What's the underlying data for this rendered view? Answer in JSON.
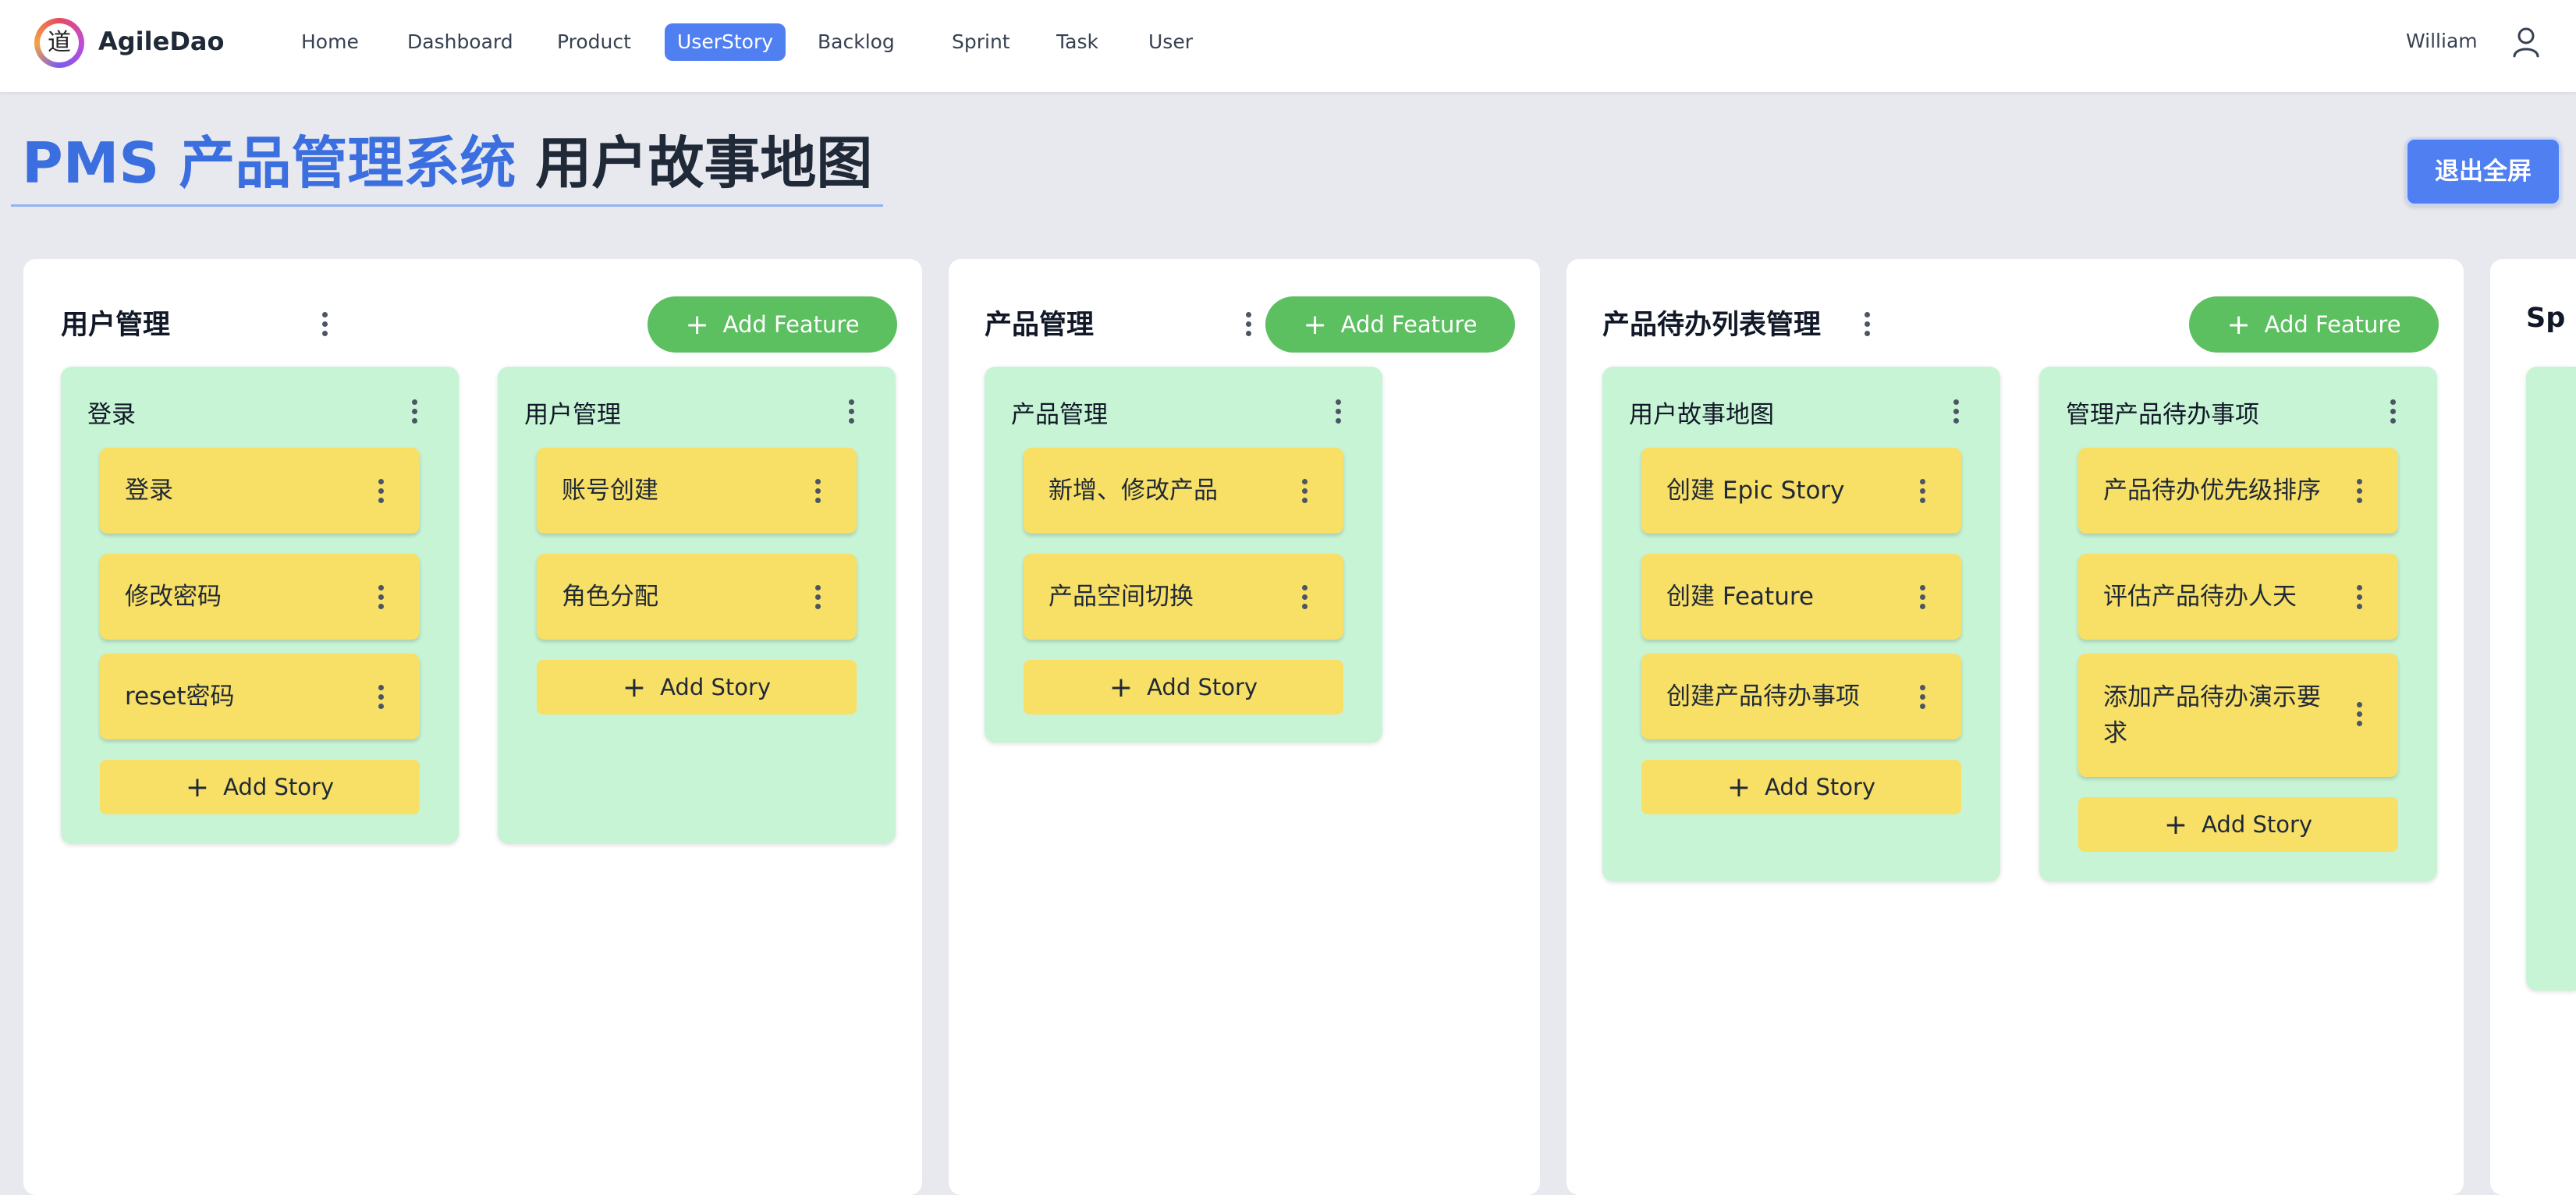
{
  "app": {
    "brand": "AgileDao",
    "logo_char": "道",
    "nav": [
      {
        "label": "Home"
      },
      {
        "label": "Dashboard"
      },
      {
        "label": "Product"
      },
      {
        "label": "UserStory",
        "active": true
      },
      {
        "label": "Backlog"
      },
      {
        "label": "Sprint"
      },
      {
        "label": "Task"
      },
      {
        "label": "User"
      }
    ],
    "username": "William"
  },
  "page": {
    "title_accent": "PMS 产品管理系统",
    "title_rest": " 用户故事地图",
    "exit_fullscreen": "退出全屏"
  },
  "board": {
    "add_feature_label": "Add Feature",
    "add_story_label": "Add Story",
    "epics": [
      {
        "title": "用户管理",
        "features": [
          {
            "title": "登录",
            "stories": [
              "登录",
              "修改密码",
              "reset密码"
            ]
          },
          {
            "title": "用户管理",
            "stories": [
              "账号创建",
              "角色分配"
            ]
          }
        ]
      },
      {
        "title": "产品管理",
        "features": [
          {
            "title": "产品管理",
            "stories": [
              "新增、修改产品",
              "产品空间切换"
            ]
          }
        ]
      },
      {
        "title": "产品待办列表管理",
        "features": [
          {
            "title": "用户故事地图",
            "stories": [
              "创建 Epic Story",
              "创建 Feature",
              "创建产品待办事项"
            ]
          },
          {
            "title": "管理产品待办事项",
            "stories": [
              "产品待办优先级排序",
              "评估产品待办人天",
              "添加产品待办演示要求"
            ]
          }
        ]
      },
      {
        "title": "Sp",
        "features": []
      }
    ]
  },
  "colors": {
    "accent": "#4f7ff0",
    "feature_bg": "#c7f4d5",
    "story_bg": "#f8df65",
    "add_feature_bg": "#5cbf60"
  }
}
